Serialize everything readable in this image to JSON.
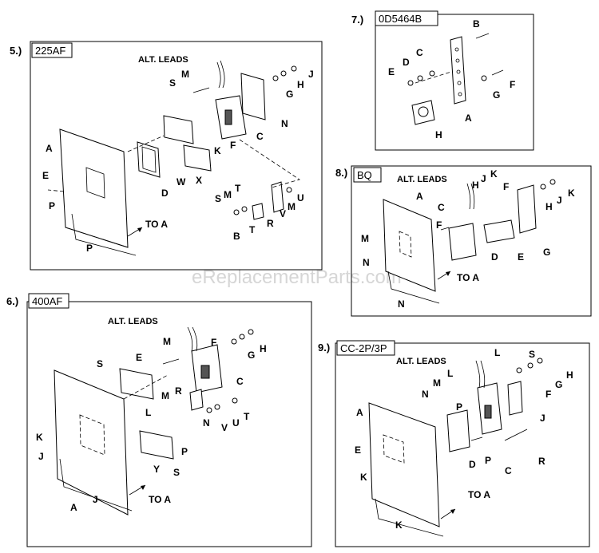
{
  "watermark": "eReplacementParts.com",
  "panels": {
    "p5": {
      "number": "5.)",
      "title": "225AF",
      "alt_leads": "ALT. LEADS",
      "to_a": "TO A",
      "labels": {
        "A": "A",
        "E": "E",
        "P1": "P",
        "P2": "P",
        "D": "D",
        "W": "W",
        "X": "X",
        "S1": "S",
        "M1": "M",
        "K": "K",
        "F": "F",
        "C": "C",
        "N": "N",
        "G": "G",
        "H": "H",
        "J": "J",
        "S2": "S",
        "M2": "M",
        "T": "T",
        "B": "B",
        "T2": "T",
        "R": "R",
        "V": "V",
        "M3": "M",
        "U": "U"
      }
    },
    "p6": {
      "number": "6.)",
      "title": "400AF",
      "alt_leads": "ALT. LEADS",
      "to_a": "TO A",
      "labels": {
        "S1": "S",
        "E": "E",
        "M1": "M",
        "F1": "F",
        "G": "G",
        "H": "H",
        "C": "C",
        "K": "K",
        "J1": "J",
        "A": "A",
        "J2": "J",
        "L": "L",
        "M2": "M",
        "R": "R",
        "N": "N",
        "V": "V",
        "U": "U",
        "T": "T",
        "P": "P",
        "Y": "Y",
        "S2": "S"
      }
    },
    "p7": {
      "number": "7.)",
      "title": "0D5464B",
      "labels": {
        "B": "B",
        "C": "C",
        "D": "D",
        "E": "E",
        "F": "F",
        "G": "G",
        "A": "A",
        "H": "H"
      }
    },
    "p8": {
      "number": "8.)",
      "title": "BQ",
      "alt_leads": "ALT. LEADS",
      "to_a": "TO A",
      "labels": {
        "H": "H",
        "J": "J",
        "K1": "K",
        "A": "A",
        "F1": "F",
        "C": "C",
        "F2": "F",
        "M": "M",
        "N1": "N",
        "D": "D",
        "E": "E",
        "G": "G",
        "H2": "H",
        "J2": "J",
        "K2": "K",
        "N2": "N"
      }
    },
    "p9": {
      "number": "9.)",
      "title": "CC-2P/3P",
      "alt_leads": "ALT. LEADS",
      "to_a": "TO A",
      "labels": {
        "L1": "L",
        "S": "S",
        "H": "H",
        "L2": "L",
        "M": "M",
        "N": "N",
        "G": "G",
        "F": "F",
        "P1": "P",
        "A": "A",
        "J": "J",
        "E": "E",
        "D": "D",
        "P2": "P",
        "K1": "K",
        "C": "C",
        "R": "R",
        "K2": "K"
      }
    }
  }
}
